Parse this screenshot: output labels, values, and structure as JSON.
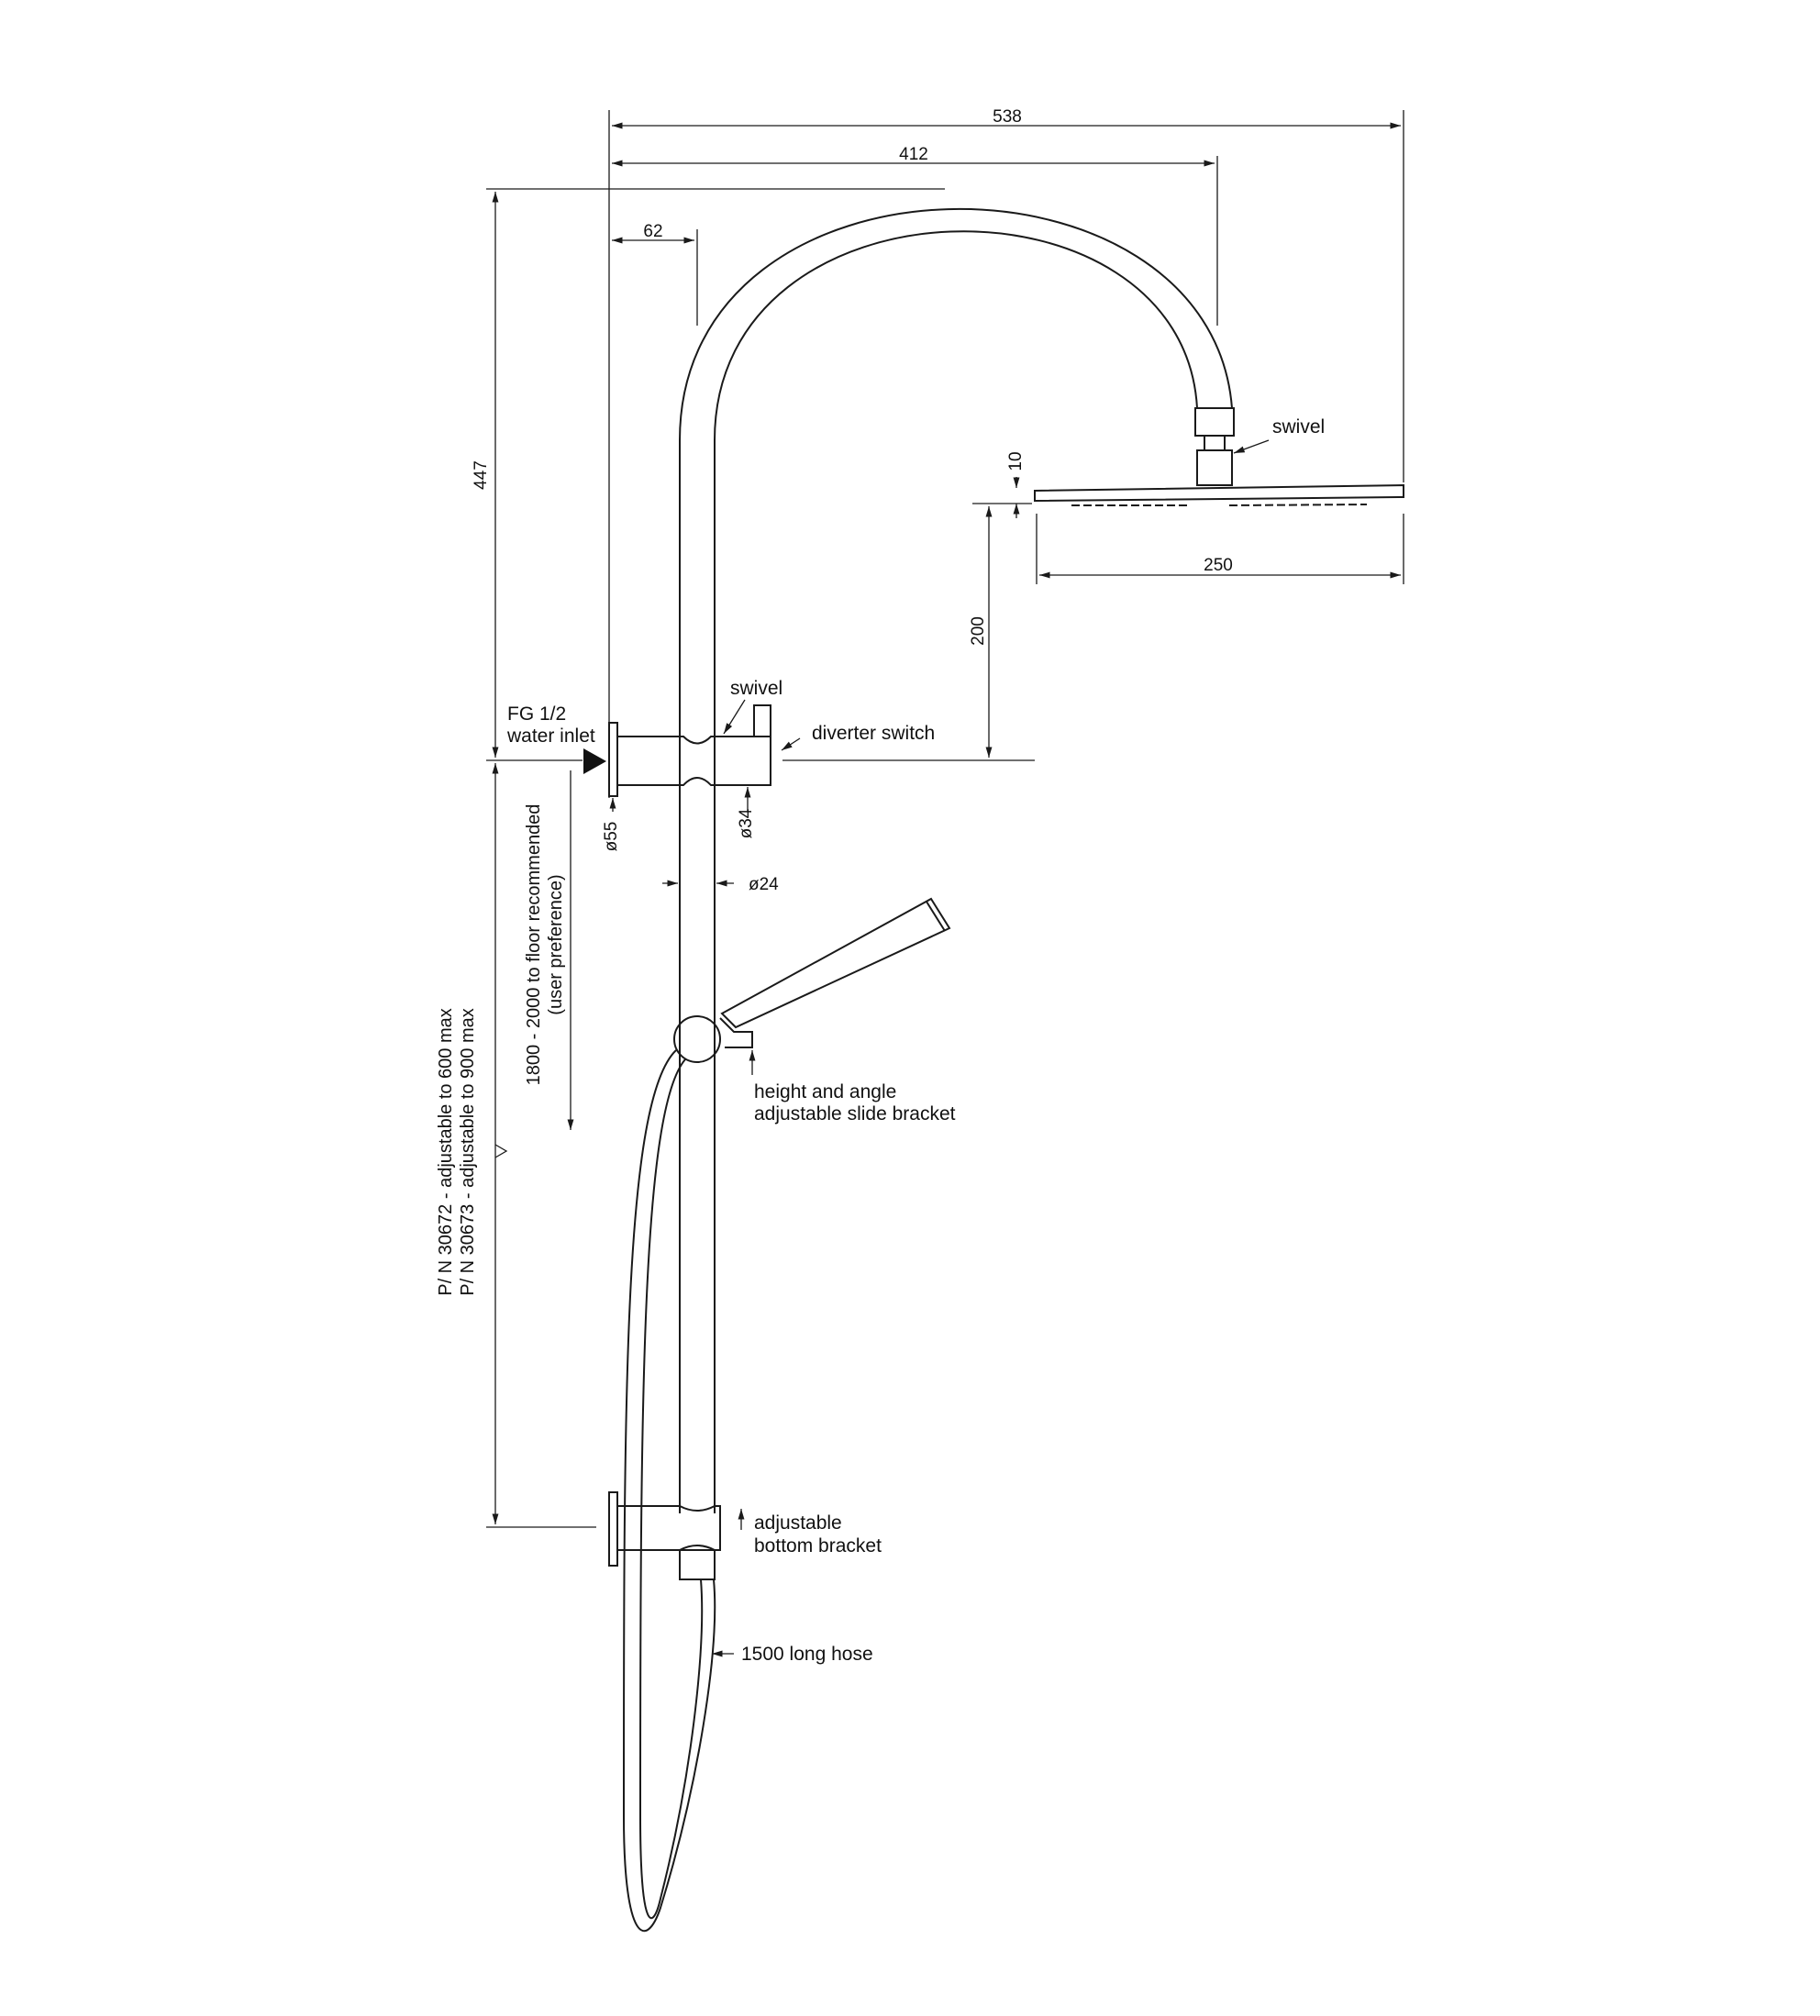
{
  "dimensions": {
    "overall_width": "538",
    "arm_reach": "412",
    "arm_offset": "62",
    "overall_height": "447",
    "head_thickness": "10",
    "head_drop": "200",
    "head_width": "250",
    "inlet_diameter": "ø55",
    "diverter_diameter": "ø34",
    "rail_diameter": "ø24"
  },
  "labels": {
    "swivel_top": "swivel",
    "swivel_mid": "swivel",
    "inlet_line1": "FG 1/2",
    "inlet_line2": "water inlet",
    "diverter": "diverter switch",
    "slide_line1": "height and angle",
    "slide_line2": "adjustable slide bracket",
    "bottom_line1": "adjustable",
    "bottom_line2": "bottom bracket",
    "hose": "1500 long hose",
    "floor_line1": "1800 - 2000 to floor recommended",
    "floor_line2": "(user preference)",
    "pn_line1": "P/ N 30672 - adjustable to 600 max",
    "pn_line2": "P/ N 30673 - adjustable to 900 max"
  },
  "colors": {
    "line": "#1a1a1a",
    "background": "#ffffff"
  }
}
